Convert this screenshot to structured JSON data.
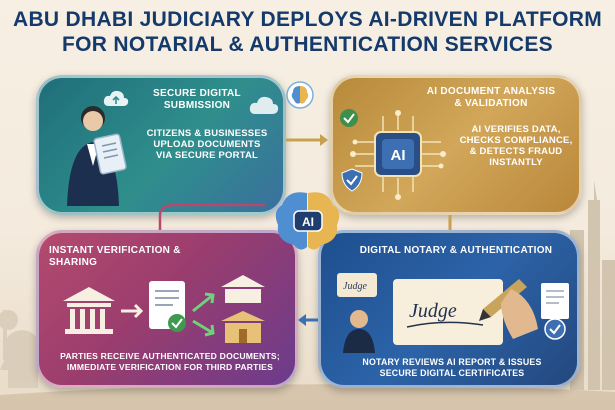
{
  "title": {
    "line1": "ABU DHABI JUDICIARY DEPLOYS AI-DRIVEN PLATFORM",
    "line2": "FOR NOTARIAL & AUTHENTICATION SERVICES"
  },
  "panels": {
    "submission": {
      "title": "SECURE DIGITAL SUBMISSION",
      "desc_line1": "CITIZENS & BUSINESSES",
      "desc_line2": "UPLOAD DOCUMENTS",
      "desc_line3": "VIA SECURE PORTAL"
    },
    "analysis": {
      "title_line1": "AI DOCUMENT ANALYSIS",
      "title_line2": "& VALIDATION",
      "chip_label": "AI",
      "desc_line1": "AI VERIFIES DATA,",
      "desc_line2": "CHECKS COMPLIANCE,",
      "desc_line3": "& DETECTS FRAUD",
      "desc_line4": "INSTANTLY"
    },
    "verification": {
      "title": "INSTANT VERIFICATION & SHARING",
      "desc_line1": "PARTIES RECEIVE AUTHENTICATED DOCUMENTS;",
      "desc_line2": "IMMEDIATE VERIFICATION FOR THIRD PARTIES"
    },
    "notary": {
      "title": "DIGITAL NOTARY & AUTHENTICATION",
      "judge_label": "Judge",
      "judge_small": "Judge",
      "desc_line1": "NOTARY REVIEWS AI REPORT & ISSUES",
      "desc_line2": "SECURE DIGITAL CERTIFICATES"
    }
  },
  "center": {
    "label": "AI"
  },
  "colors": {
    "title": "#143a6b",
    "submission": "#2f8f8c",
    "analysis": "#d2a75a",
    "verification": "#9a3d6e",
    "notary": "#2c63a8"
  },
  "icons": [
    "cloud-upload-icon",
    "brain-icon",
    "chip-icon",
    "shield-check-icon",
    "document-icon",
    "bank-icon",
    "pen-icon",
    "certificate-icon",
    "person-icon",
    "arrow-icon"
  ]
}
